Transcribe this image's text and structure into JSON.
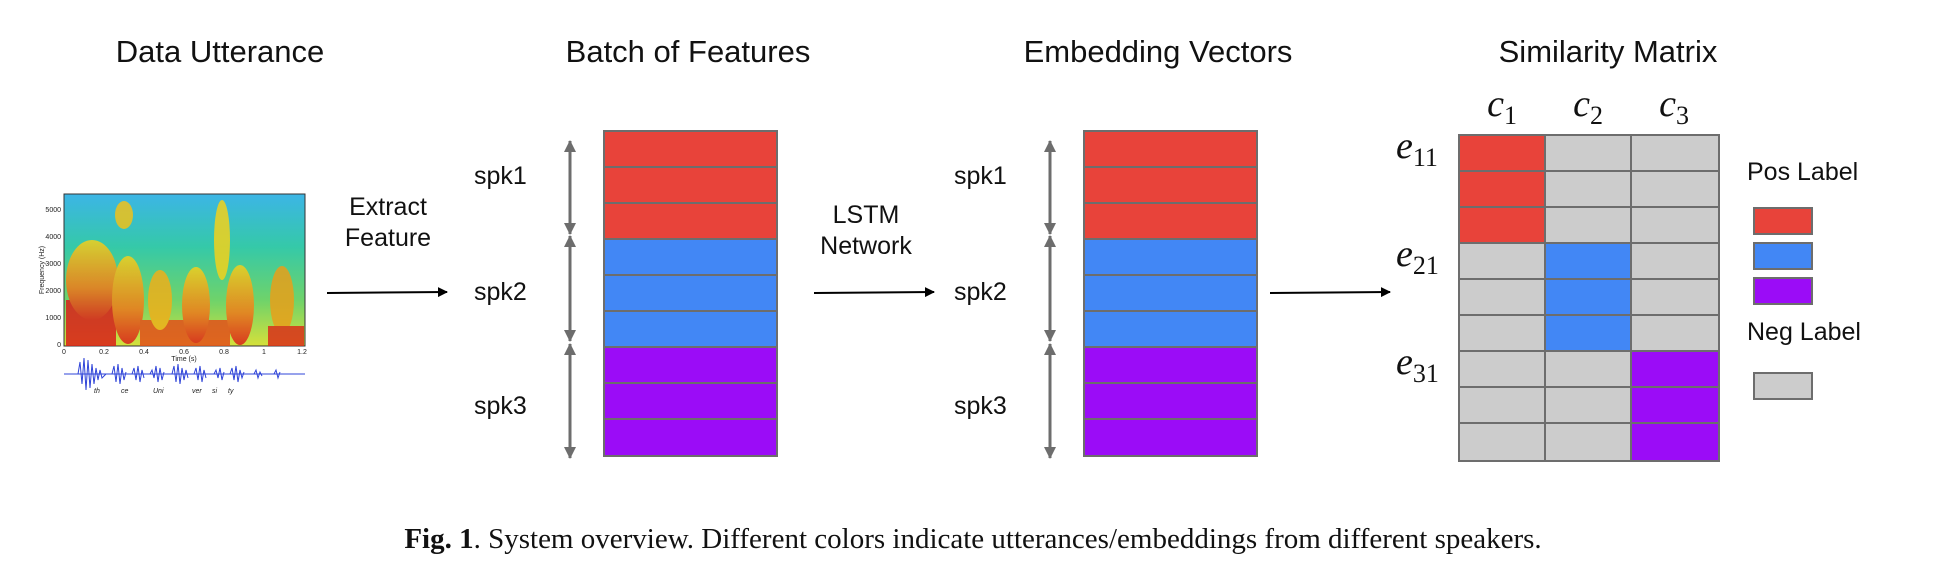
{
  "titles": {
    "data_utterance": "Data Utterance",
    "batch_features": "Batch of Features",
    "embedding_vectors": "Embedding Vectors",
    "similarity_matrix": "Similarity Matrix"
  },
  "arrows": {
    "extract_feature": "Extract\nFeature",
    "lstm_network": "LSTM\nNetwork"
  },
  "speakers": [
    "spk1",
    "spk2",
    "spk3"
  ],
  "matrix": {
    "col_headers": [
      {
        "base": "c",
        "sub": "1"
      },
      {
        "base": "c",
        "sub": "2"
      },
      {
        "base": "c",
        "sub": "3"
      }
    ],
    "row_headers": [
      {
        "base": "e",
        "sub": "11"
      },
      {
        "base": "e",
        "sub": "21"
      },
      {
        "base": "e",
        "sub": "31"
      }
    ]
  },
  "legend": {
    "pos_label": "Pos Label",
    "neg_label": "Neg Label"
  },
  "colors": {
    "spk1": "#e8433a",
    "spk2": "#4287f5",
    "spk3": "#9b0cf7",
    "neg": "#cccccc",
    "border": "#6d6d6d"
  },
  "spectrogram": {
    "y_ticks": [
      "5000",
      "4000",
      "3000",
      "2000",
      "1000",
      "0"
    ],
    "x_ticks": [
      "0",
      "0.2",
      "0.4",
      "0.6",
      "0.8",
      "1",
      "1.2"
    ],
    "ylabel": "Frequency (Hz)",
    "xlabel": "Time (s)",
    "words": [
      "th",
      "ce",
      "Uni",
      "ver",
      "si",
      "ty"
    ]
  },
  "caption": {
    "fig": "Fig. 1",
    "text": ".  System overview. Different colors indicate utterances/embeddings from different speakers."
  }
}
